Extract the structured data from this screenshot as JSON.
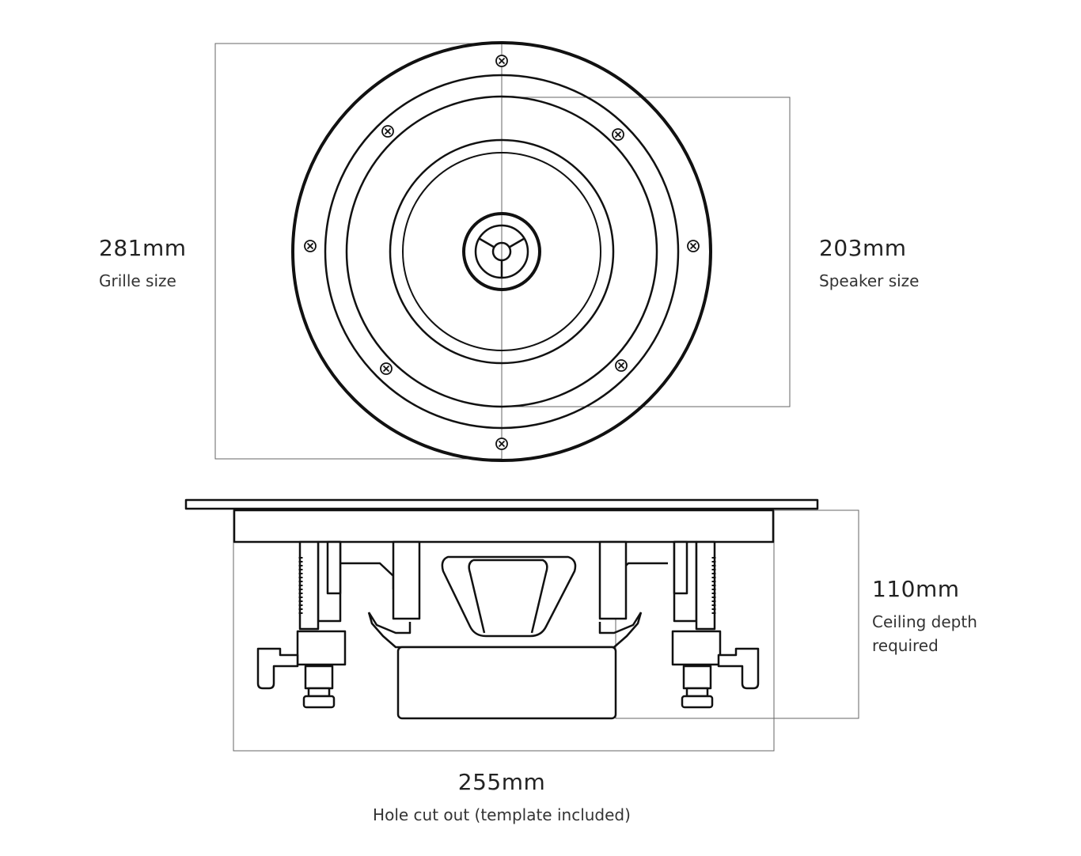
{
  "dimensions": {
    "grille": {
      "value": "281mm",
      "label": "Grille size"
    },
    "speaker": {
      "value": "203mm",
      "label": "Speaker size"
    },
    "depth": {
      "value": "110mm",
      "label_line1": "Ceiling depth",
      "label_line2": "required"
    },
    "hole": {
      "value": "255mm",
      "label": "Hole cut out (template included)"
    }
  },
  "colors": {
    "line": "#111111",
    "guide": "#555555",
    "background": "#ffffff"
  }
}
